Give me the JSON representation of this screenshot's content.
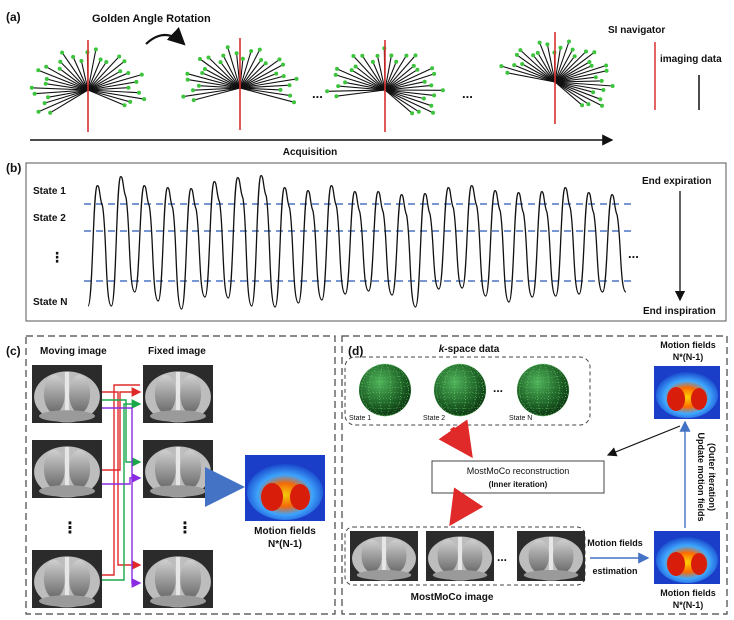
{
  "panels": {
    "a": {
      "label": "(a)",
      "title": "Golden Angle Rotation",
      "axis_label": "Acquisition",
      "legend": {
        "navigator": "SI navigator",
        "imaging": "imaging data"
      },
      "ellipsis": [
        "...",
        "..."
      ],
      "colors": {
        "navigator": "#d93030",
        "imaging": "#111111",
        "tip": "#3cc43c"
      }
    },
    "b": {
      "label": "(b)",
      "states": [
        "State 1",
        "State 2",
        "⋮",
        "State N"
      ],
      "right_top": "End expiration",
      "right_bottom": "End inspiration",
      "ellipsis": "...",
      "colors": {
        "trace": "#111111",
        "threshold": "#4a73c4"
      }
    },
    "c": {
      "label": "(c)",
      "moving": "Moving image",
      "fixed": "Fixed image",
      "vdots": [
        "⋮",
        "⋮"
      ],
      "result": [
        "Motion fields",
        "N*(N-1)"
      ],
      "colors": {
        "red": "#e02a2a",
        "green": "#1aa84a",
        "purple": "#8a2be2",
        "arrow": "#4472c4"
      }
    },
    "d": {
      "label": "(d)",
      "kspace": "k-space data",
      "kspace_italic": "k",
      "kspace_rest": "-space data",
      "spheres": [
        "State 1",
        "State 2",
        "State N"
      ],
      "sphere_ellipsis": "...",
      "recon": [
        "MostMoCo reconstruction",
        "(Inner iteration)"
      ],
      "image": "MostMoCo image",
      "image_ellipsis": "...",
      "estimation": [
        "Motion fields",
        "estimation"
      ],
      "motion_top": [
        "Motion fields",
        "N*(N-1)"
      ],
      "motion_bottom": [
        "Motion fields",
        "N*(N-1)"
      ],
      "update": [
        "Update motion fields",
        "(Outer iteration)"
      ],
      "colors": {
        "red_arrow": "#e02a2a",
        "blue_arrow": "#4472c4",
        "sphere": "#1f6e2a"
      }
    }
  }
}
